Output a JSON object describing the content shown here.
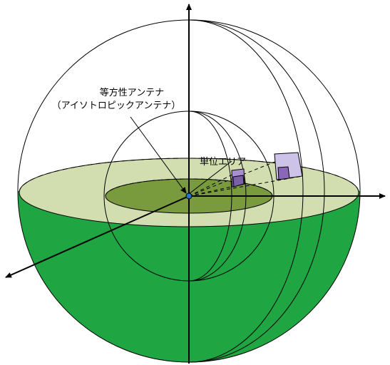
{
  "labels": {
    "isotropic_line1": "等方性アンテナ",
    "isotropic_line2": "（アイソトロピックアンテナ）",
    "unit_area": "単位エリア"
  },
  "colors": {
    "hemisphere_fill": "#1fa542",
    "outer_disk_fill": "#d3deb0",
    "inner_disk_fill": "#7a9a3e",
    "area_small": "#7a60a5",
    "area_small_pale": "#a890d0",
    "area_large": "#8968b7",
    "area_large_pale": "#cdc2e8",
    "origin_dot": "#2573c6",
    "stroke": "#000000"
  }
}
